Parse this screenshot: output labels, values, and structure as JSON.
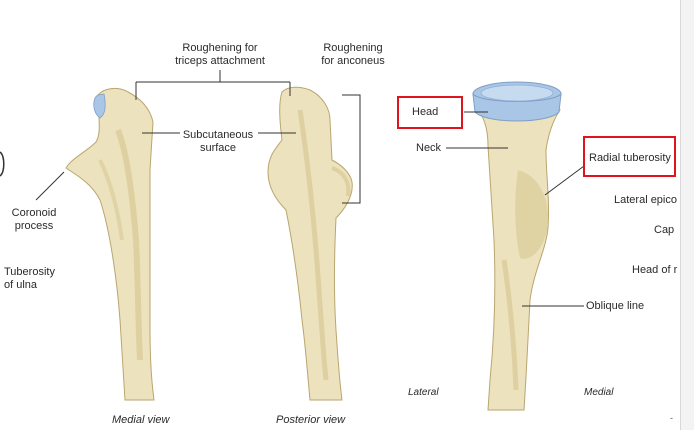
{
  "labels": {
    "roughening_triceps_1": "Roughening for",
    "roughening_triceps_2": "triceps attachment",
    "roughening_anconeus_1": "Roughening",
    "roughening_anconeus_2": "for anconeus",
    "subcutaneous_1": "Subcutaneous",
    "subcutaneous_2": "surface",
    "coronoid_1": "Coronoid",
    "coronoid_2": "process",
    "tuberosity_ulna_1": "Tuberosity",
    "tuberosity_ulna_2": "of ulna",
    "medial_view": "Medial view",
    "posterior_view": "Posterior view",
    "head": "Head",
    "neck": "Neck",
    "radial_tuberosity": "Radial tuberosity",
    "lateral_epicondyle": "Lateral epico",
    "capitulum": "Cap",
    "head_of": "Head of r",
    "oblique_line": "Oblique line",
    "lateral": "Lateral",
    "medial": "Medial",
    "dash": "-"
  },
  "colors": {
    "bone": "#ece2bd",
    "bone_shade": "#d8c995",
    "bone_outline": "#b9a66f",
    "cartilage": "#a9c6e6",
    "highlight_box": "#e0141e"
  }
}
